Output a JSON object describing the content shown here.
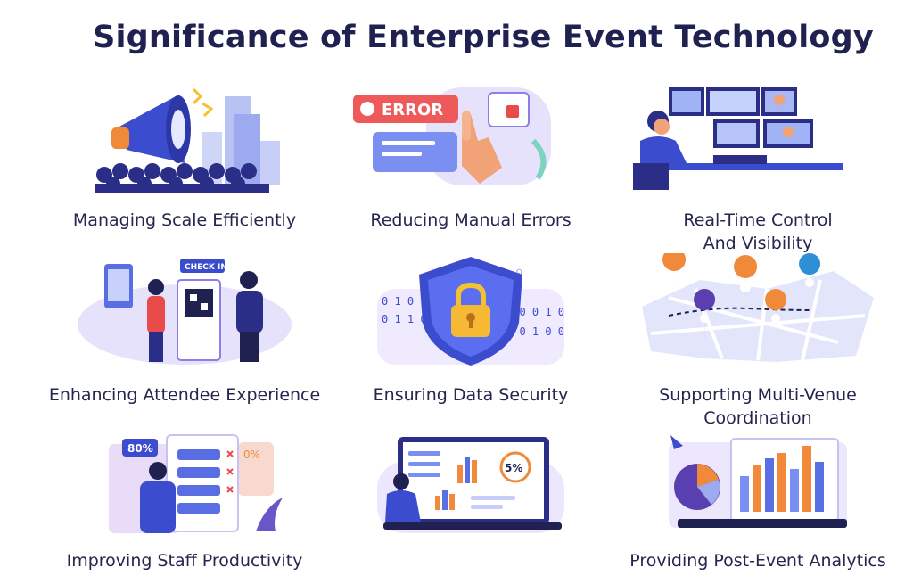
{
  "title": "Significance of Enterprise Event Technology",
  "items": [
    {
      "label": "Managing Scale Efficiently",
      "icon": "megaphone-crowd-icon"
    },
    {
      "label": "Reducing Manual Errors",
      "icon": "error-popup-icon"
    },
    {
      "label": "Real-Time Control\nAnd Visibility",
      "icon": "monitoring-screens-icon"
    },
    {
      "label": "Enhancing Attendee Experience",
      "icon": "check-in-kiosk-icon"
    },
    {
      "label": "Ensuring Data Security",
      "icon": "shield-lock-icon"
    },
    {
      "label": "Supporting Multi-Venue\nCoordination",
      "icon": "map-pins-icon"
    },
    {
      "label": "Improving Staff Productivity",
      "icon": "task-board-icon"
    },
    {
      "label": "",
      "icon": "laptop-dashboard-icon"
    },
    {
      "label": "Providing Post-Event Analytics",
      "icon": "analytics-charts-icon"
    }
  ],
  "illustration_text": {
    "error": "ERROR",
    "check_in": "CHECK IN",
    "percent_80": "80%",
    "percent_0": "0%",
    "percent_5": "5%",
    "binary_1": "0 1 0 1",
    "binary_2": "0 1 1 0",
    "binary_3": "1 0 0 1 0",
    "binary_4": "1 0 1 0 0",
    "zero": "0"
  },
  "colors": {
    "navy": "#1f2150",
    "blue": "#3b4ccf",
    "purple": "#8e7ee8",
    "lavender": "#dcd6fb",
    "orange": "#f08a3a",
    "red": "#e94b4b"
  }
}
